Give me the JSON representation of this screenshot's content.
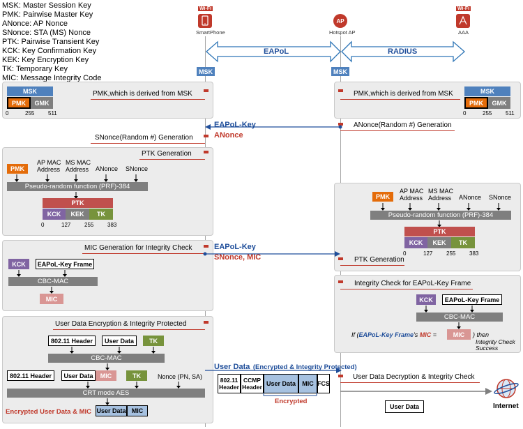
{
  "glossary": [
    "MSK: Master Session Key",
    "PMK: Pairwise Master Key",
    "ANonce: AP Nonce",
    "SNonce: STA (MS) Nonce",
    "PTK: Pairwise Transient Key",
    "KCK: Key Confirmation Key",
    "KEK: Key Encryption Key",
    "TK: Temporary Key",
    "MIC: Message Integrity Code"
  ],
  "devices": {
    "phone_tag": "Wi-Fi",
    "phone_name": "SmartPhone",
    "ap_tag": "AP",
    "ap_name": "Hotspot AP",
    "aaa_tag": "Wi-Fi",
    "aaa_name": "AAA"
  },
  "protocols": {
    "eapol": "EAPoL",
    "radius": "RADIUS"
  },
  "msk": "MSK",
  "key_split": {
    "msk": "MSK",
    "pmk": "PMK",
    "gmk": "GMK",
    "n0": "0",
    "n1": "255",
    "n2": "511"
  },
  "notes": {
    "pmk_left": "PMK,which is derived from MSK",
    "pmk_right": "PMK,which is derived from MSK",
    "anonce_gen": "ANonce(Random #) Generation",
    "snonce_gen": "SNonce(Random #) Generation",
    "ptk_gen_left": "PTK Generation",
    "mic_gen": "MIC Generation for Integrity Check",
    "ptk_gen_right": "PTK Generation",
    "integrity_check": "Integrity Check for EAPoL-Key Frame",
    "user_enc": "User Data Encryption & Integrity Protected",
    "user_dec": "User Data Decryption & Integrity Check"
  },
  "messages": {
    "m1_blue": "EAPoL-Key",
    "m1_red": "ANonce",
    "m2_blue": "EAPoL-Key",
    "m2_red": "SNonce, MIC",
    "m3_blue": "User Data",
    "m3_blue_suffix": "(Encrypted & Integrity Protected)"
  },
  "ptk_block": {
    "pmk": "PMK",
    "ap_mac": "AP MAC\nAddress",
    "ms_mac": "MS MAC\nAddress",
    "anonce": "ANonce",
    "snonce": "SNonce",
    "prf": "Pseudo-random function (PRF)-384",
    "ptk": "PTK",
    "kck": "KCK",
    "kek": "KEK",
    "tk": "TK",
    "n0": "0",
    "n1": "127",
    "n2": "255",
    "n3": "383"
  },
  "mic_block": {
    "kck": "KCK",
    "frame": "EAPoL-Key Frame",
    "cbc": "CBC-MAC",
    "mic": "MIC"
  },
  "check_block": {
    "kck": "KCK",
    "frame": "EAPoL-Key Frame",
    "cbc": "CBC-MAC",
    "if_prefix": "If (",
    "if_frame": "EAPoL-Key Frame",
    "if_s": "'s",
    "if_mic": "MIC",
    "eq": "=",
    "mic": "MIC",
    "then": ") then",
    "result1": "Integrity Check",
    "result2": "Success"
  },
  "enc_block": {
    "hdr": "802.11 Header",
    "user": "User Data",
    "tk": "TK",
    "cbc": "CBC-MAC",
    "hdr2": "802.11 Header",
    "user2": "User Data",
    "mic2": "MIC",
    "tk2": "TK",
    "nonce": "Nonce (PN, SA)",
    "crt": "CRT mode AES",
    "result_label": "Encrypted User Data & MIC",
    "res_user": "User Data",
    "res_mic": "MIC"
  },
  "frame": {
    "hdr": "802.11\nHeader",
    "ccmp": "CCMP\nHeader",
    "user": "User Data",
    "mic": "MIC",
    "fcs": "FCS",
    "encrypted": "Encrypted"
  },
  "internet": {
    "label": "Internet",
    "user_data": "User Data"
  },
  "colors": {
    "blue": "#4f81bd",
    "orange": "#e46c0a",
    "red": "#c0504d",
    "purple": "#8064a2",
    "green": "#77933c",
    "gray": "#7f7f7f",
    "pink": "#d99694",
    "lightblue": "#a6c1e0"
  }
}
